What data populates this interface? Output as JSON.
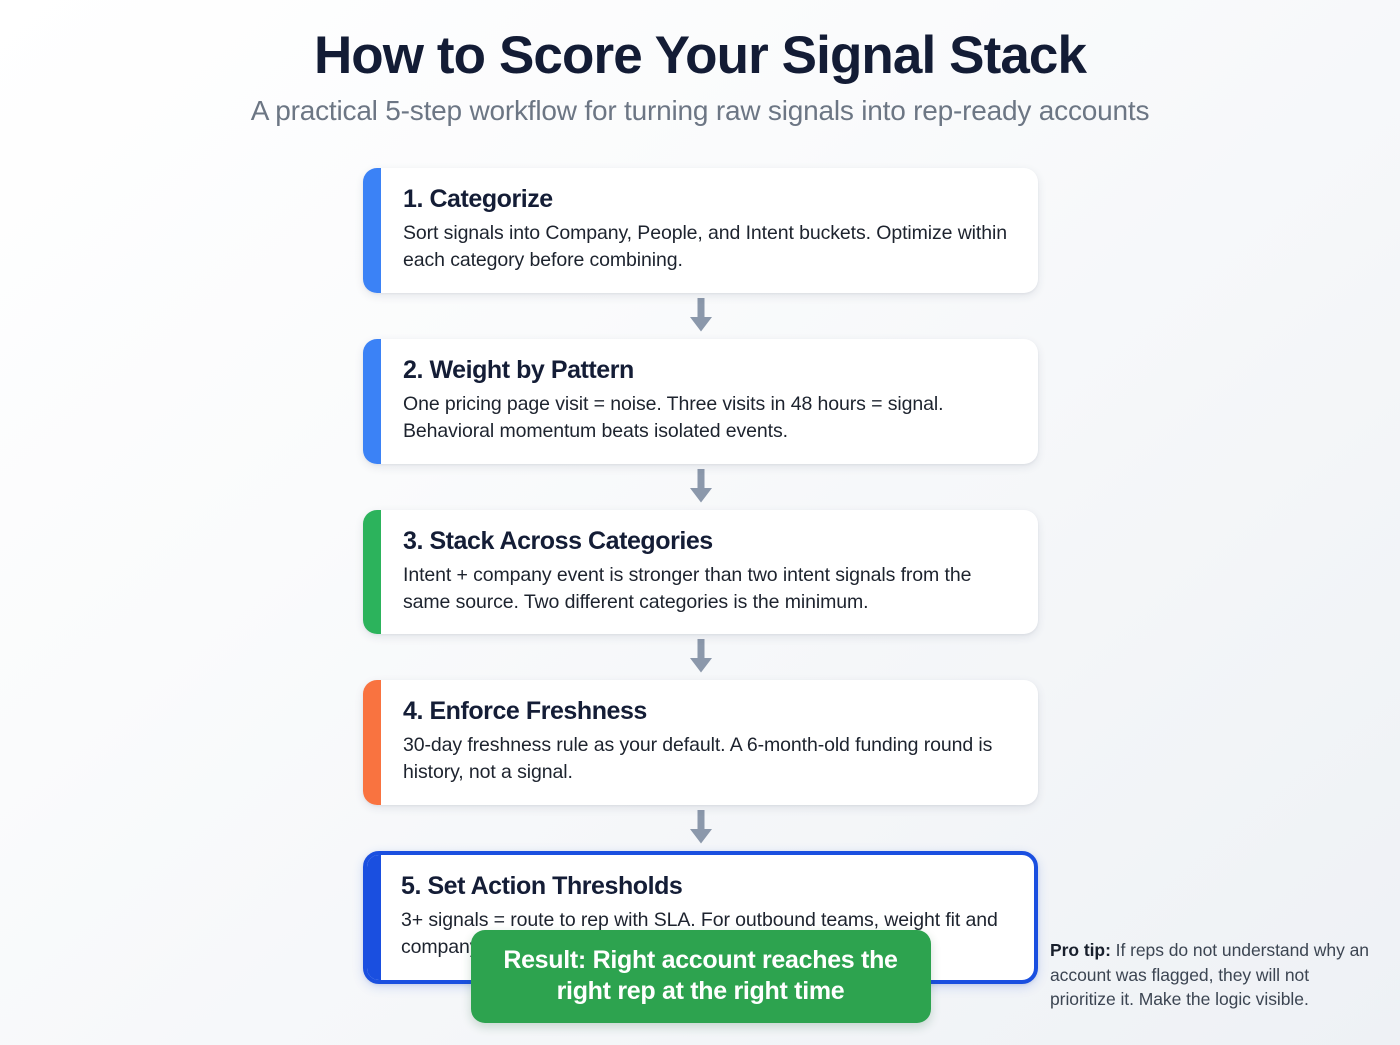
{
  "header": {
    "title": "How to Score Your Signal Stack",
    "subtitle": "A practical 5-step workflow for turning raw signals into rep-ready accounts"
  },
  "colors": {
    "accent_blue": "#3b82f6",
    "accent_green": "#2cb35c",
    "accent_orange": "#f97340",
    "highlight_border": "#1a4fe0",
    "result_green": "#2da34f",
    "arrow_gray": "#8b98ab",
    "title_navy": "#131c35",
    "subtitle_gray": "#6c7684"
  },
  "steps": [
    {
      "title": "1. Categorize",
      "text": "Sort signals into Company, People, and Intent buckets. Optimize within each category before combining.",
      "accent": "#3b82f6",
      "highlight": false
    },
    {
      "title": "2. Weight by Pattern",
      "text": "One pricing page visit = noise. Three visits in 48 hours = signal. Behavioral momentum beats isolated events.",
      "accent": "#3b82f6",
      "highlight": false
    },
    {
      "title": "3. Stack Across Categories",
      "text": "Intent + company event is stronger than two intent signals from the same source. Two different categories is the minimum.",
      "accent": "#2cb35c",
      "highlight": false
    },
    {
      "title": "4. Enforce Freshness",
      "text": "30-day freshness rule as your default. A 6-month-old funding round is history, not a signal.",
      "accent": "#f97340",
      "highlight": false
    },
    {
      "title": "5. Set Action Thresholds",
      "text": "3+ signals = route to rep with SLA. For outbound teams, weight fit and company signals higher than onsite behavior.",
      "accent": "#1a4fe0",
      "highlight": true
    }
  ],
  "result": {
    "label": "Result: Right account reaches the right rep at the right time"
  },
  "protip": {
    "lead": "Pro tip:",
    "text": " If reps do not understand why an account was flagged, they will not prioritize it. Make the logic visible."
  },
  "icons": {
    "arrow": "arrow-down-icon"
  }
}
